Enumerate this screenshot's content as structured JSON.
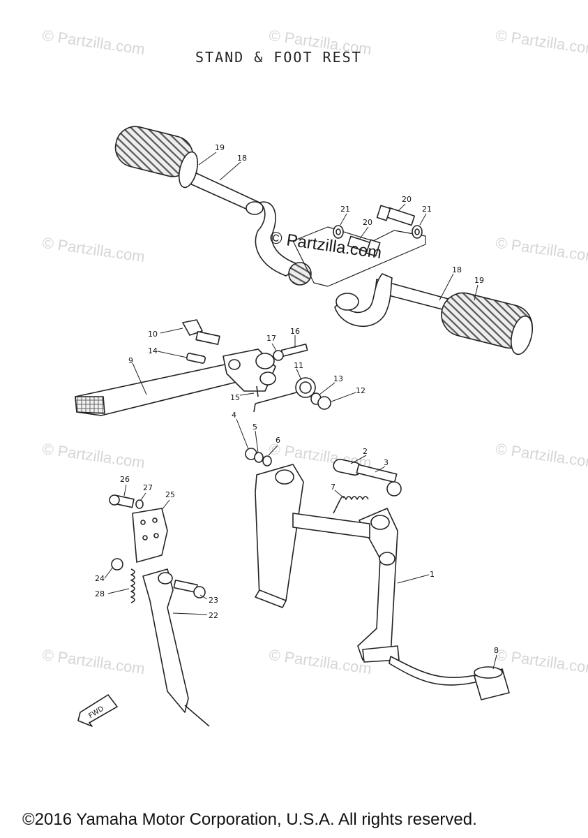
{
  "title": "STAND & FOOT REST",
  "copyright": "©2016 Yamaha Motor Corporation, U.S.A. All rights reserved.",
  "watermark": "© Partzilla.com",
  "fwd_label": "FWD",
  "callouts": {
    "c1": "1",
    "c2": "2",
    "c3": "3",
    "c4": "4",
    "c5": "5",
    "c6": "6",
    "c7": "7",
    "c8": "8",
    "c9": "9",
    "c10": "10",
    "c11": "11",
    "c12": "12",
    "c13": "13",
    "c14": "14",
    "c15": "15",
    "c16": "16",
    "c17": "17",
    "c18a": "18",
    "c18b": "18",
    "c19a": "19",
    "c19b": "19",
    "c20a": "20",
    "c20b": "20",
    "c21a": "21",
    "c21b": "21",
    "c22": "22",
    "c23": "23",
    "c24": "24",
    "c25": "25",
    "c26": "26",
    "c27": "27",
    "c28": "28"
  }
}
